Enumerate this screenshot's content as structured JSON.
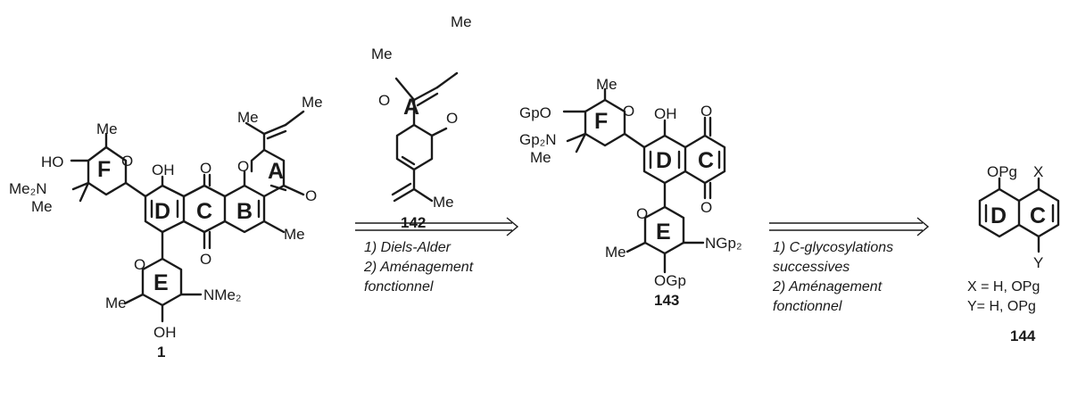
{
  "compounds": [
    {
      "id": "1",
      "rings": [
        "A",
        "B",
        "C",
        "D",
        "E",
        "F"
      ]
    },
    {
      "id": "142",
      "rings": [
        "A"
      ]
    },
    {
      "id": "143",
      "rings": [
        "C",
        "D",
        "E",
        "F"
      ]
    },
    {
      "id": "144",
      "rings": [
        "C",
        "D"
      ]
    }
  ],
  "atoms": {
    "me": "Me",
    "ho": "HO",
    "oh": "OH",
    "o": "O",
    "me2n": "Me₂N",
    "nme2": "NMe₂",
    "gpo": "GpO",
    "gp2n": "Gp₂N",
    "ngp2": "NGp₂",
    "ogp": "OGp",
    "opg": "OPg",
    "x": "X",
    "y": "Y"
  },
  "steps": {
    "diels_alder": [
      "1) Diels-Alder",
      "2) Aménagement",
      "fonctionnel"
    ],
    "glycosylation": [
      "1) C-glycosylations",
      "successives",
      "2) Aménagement",
      "fonctionnel"
    ]
  },
  "substituents": [
    "X = H, OPg",
    "Y= H, OPg"
  ]
}
